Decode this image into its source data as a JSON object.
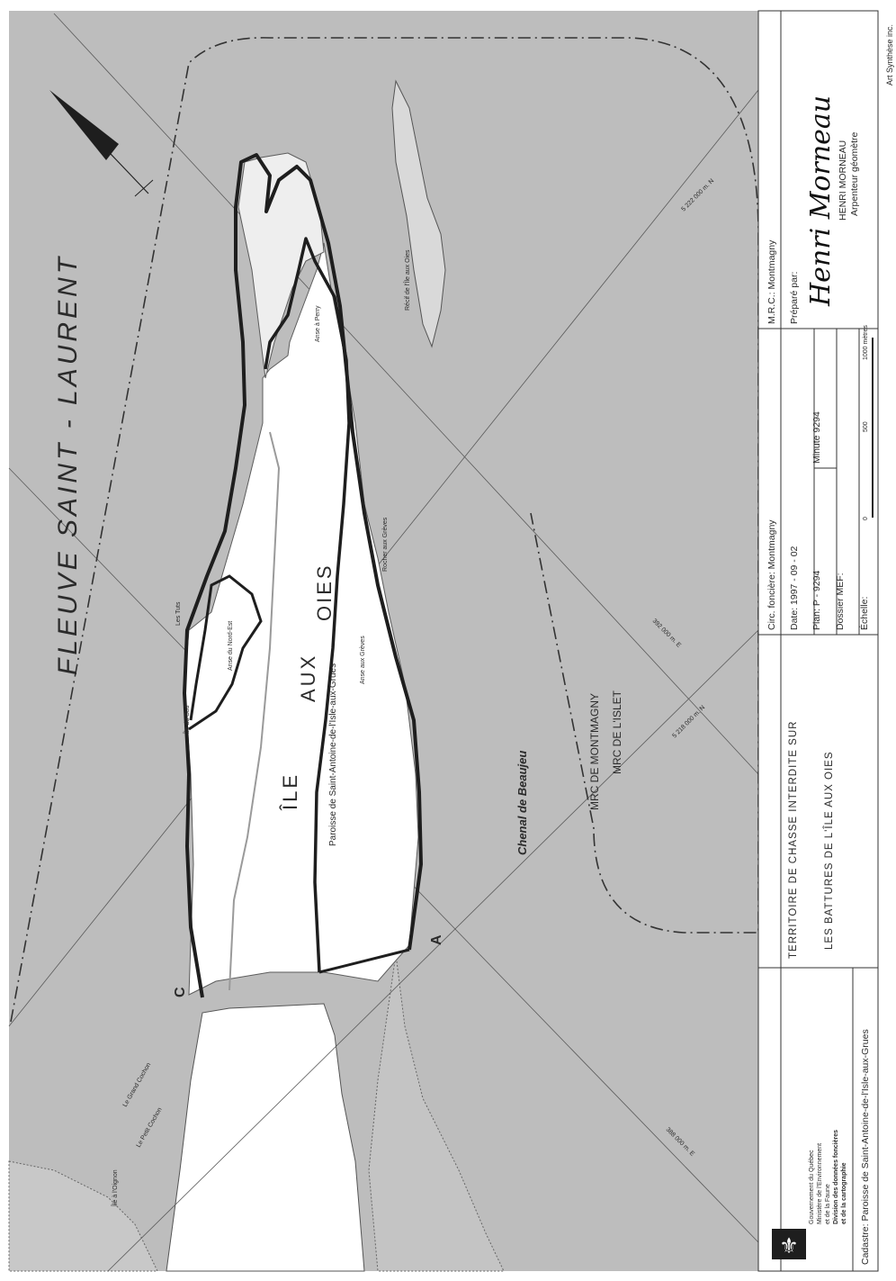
{
  "map": {
    "river": "FLEUVE  SAINT - LAURENT",
    "channel": "Chenal  de  Beaujeu",
    "island_words": [
      "ÎLE",
      "AUX",
      "OIES"
    ],
    "parish": "Paroisse  de  Saint-Antoine-de-l'Isle-aux-Grues",
    "mrc_montmagny": "MRC  DE  MONTMAGNY",
    "mrc_islet": "MRC  DE  L'ISLET",
    "point_c": "C",
    "point_a": "A",
    "places": {
      "les_tuts": "Les Tuts",
      "anse_nord_est": "Anse du Nord-Est",
      "anse_a_perry": "Anse à Perry",
      "anse_aux_greves": "Anse aux Grèves",
      "rocher_greves": "Rocher aux Grèves",
      "ile_du_sud": "Île du Sud",
      "recif": "Récif de l'Île aux Oies",
      "grand_cochon": "Le Grand Cochon",
      "petit_cochon": "Le Petit Cochon",
      "ile_oignon": "Île à l'Oignon"
    },
    "grid_labels": [
      "5 222 000 m. N",
      "5 218 000 m. N",
      "392 000 m. E",
      "388 000 m. E"
    ],
    "accent_black": "#1e1e1e",
    "water_color": "#bdbdbd",
    "land_color": "#ffffff"
  },
  "title_block": {
    "agency_line1": "Gouvernement du Québec",
    "agency_line2": "Ministère de l'Environnement",
    "agency_line3": "et de la Faune",
    "agency_line4": "Division des données foncières",
    "agency_line5": "et de la cartographie",
    "cadastre": "Cadastre:   Paroisse  de  Saint-Antoine-de-l'Isle-aux-Grues",
    "title_line1": "TERRITOIRE  DE  CHASSE  INTERDITE  SUR",
    "title_line2": "LES  BATTURES  DE  L'ÎLE  AUX  OIES",
    "circ": "Circ. foncière:   Montmagny",
    "date": "Date:  1997 - 09 - 02",
    "plan": "Plan:   P - 9294",
    "minute": "Minute   9294",
    "dossier": "Dossier  MEF:",
    "echelle": "Échelle:",
    "scale_ticks": [
      "0",
      "500",
      "1000 mètres"
    ],
    "mrc": "M.R.C.:  Montmagny",
    "prepared_by": "Préparé par:",
    "signature": "Henri Morneau",
    "surveyor_name": "HENRI  MORNEAU",
    "surveyor_title": "Arpenteur géomètre",
    "credit": "Art Synthèse inc."
  }
}
